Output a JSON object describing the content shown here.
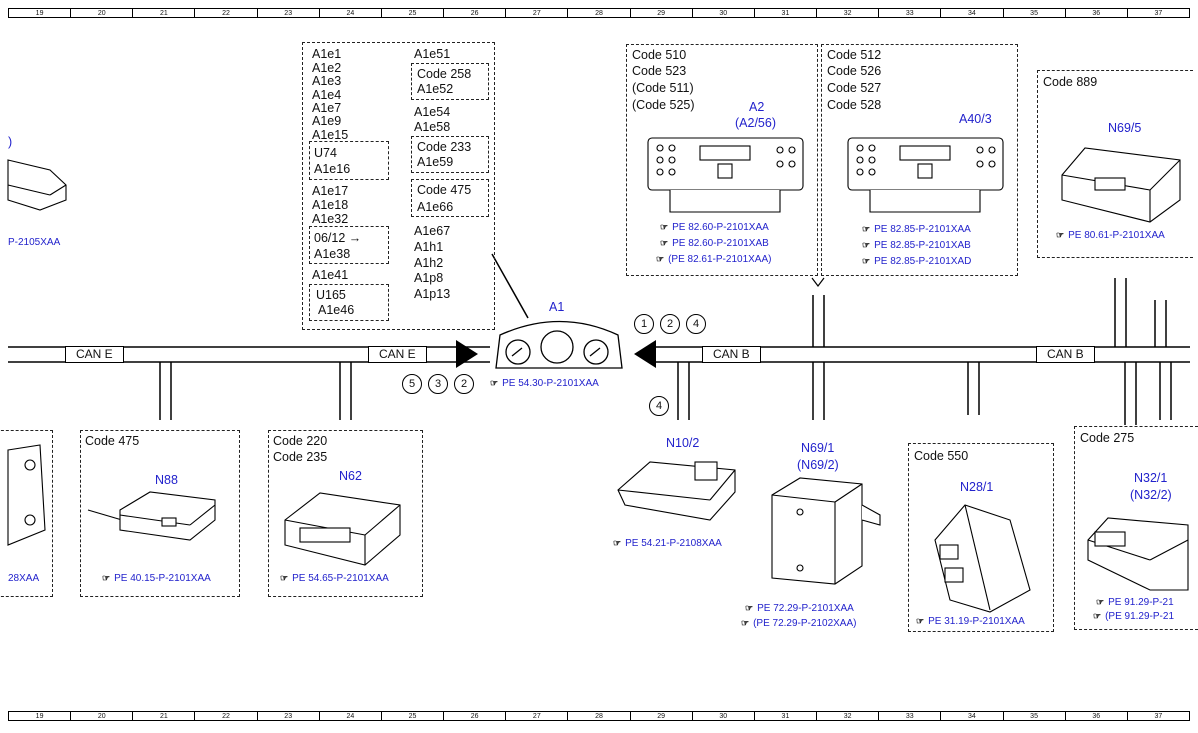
{
  "ruler": [
    "19",
    "20",
    "21",
    "22",
    "23",
    "24",
    "25",
    "26",
    "27",
    "28",
    "29",
    "30",
    "31",
    "32",
    "33",
    "34",
    "35",
    "36",
    "37"
  ],
  "bus": {
    "can_e_left": "CAN E",
    "can_e_right": "CAN E",
    "can_b_left": "CAN B",
    "can_b_right": "CAN B"
  },
  "circles": {
    "top": [
      "1",
      "2",
      "4"
    ],
    "bottom_left": [
      "5",
      "3",
      "2"
    ],
    "bottom_single": "4"
  },
  "a1": {
    "label": "A1",
    "ref": "PE 54.30-P-2101XAA",
    "list_col1": [
      "A1e1",
      "A1e2",
      "A1e3",
      "A1e4",
      "A1e7",
      "A1e9",
      "A1e15"
    ],
    "u74_box": [
      "U74",
      "A1e16"
    ],
    "list_col1b": [
      "A1e17",
      "A1e18",
      "A1e32"
    ],
    "box_0612": [
      "06/12 →",
      "A1e38"
    ],
    "a1e41": "A1e41",
    "u165_box": [
      "U165",
      "A1e46"
    ],
    "col2_top": "A1e51",
    "code258_box": [
      "Code 258",
      "A1e52"
    ],
    "col2_mid": [
      "A1e54",
      "A1e58"
    ],
    "code233_box": [
      "Code 233",
      "A1e59"
    ],
    "code475_box": [
      "Code 475",
      "A1e66"
    ],
    "col2_bottom": [
      "A1e67",
      "A1h1",
      "A1h2",
      "A1p8",
      "A1p13"
    ]
  },
  "a2": {
    "codes": [
      "Code 510",
      "Code 523",
      "(Code 511)",
      "(Code 525)"
    ],
    "label": "A2",
    "label2": "(A2/56)",
    "refs": [
      "PE 82.60-P-2101XAA",
      "PE 82.60-P-2101XAB",
      "(PE 82.61-P-2101XAA)"
    ]
  },
  "a40": {
    "codes": [
      "Code 512",
      "Code 526",
      "Code 527",
      "Code 528"
    ],
    "label": "A40/3",
    "refs": [
      "PE 82.85-P-2101XAA",
      "PE 82.85-P-2101XAB",
      "PE 82.85-P-2101XAD"
    ]
  },
  "n69_5": {
    "code": "Code 889",
    "label": "N69/5",
    "ref": "PE 80.61-P-2101XAA"
  },
  "left_top": {
    "label": ")",
    "ref": "P-2105XAA"
  },
  "left_bottom": {
    "ref": "28XAA"
  },
  "n88": {
    "code": "Code 475",
    "label": "N88",
    "ref": "PE 40.15-P-2101XAA"
  },
  "n62": {
    "codes": [
      "Code 220",
      "Code 235"
    ],
    "label": "N62",
    "ref": "PE 54.65-P-2101XAA"
  },
  "n10_2": {
    "label": "N10/2",
    "ref": "PE 54.21-P-2108XAA"
  },
  "n69_1": {
    "label": "N69/1",
    "label2": "(N69/2)",
    "refs": [
      "PE 72.29-P-2101XAA",
      "(PE 72.29-P-2102XAA)"
    ]
  },
  "n28_1": {
    "code": "Code 550",
    "label": "N28/1",
    "ref": "PE 31.19-P-2101XAA"
  },
  "n32_1": {
    "code": "Code 275",
    "label": "N32/1",
    "label2": "(N32/2)",
    "refs": [
      "PE 91.29-P-21",
      "(PE 91.29-P-21"
    ]
  },
  "ref_icon": "☞"
}
